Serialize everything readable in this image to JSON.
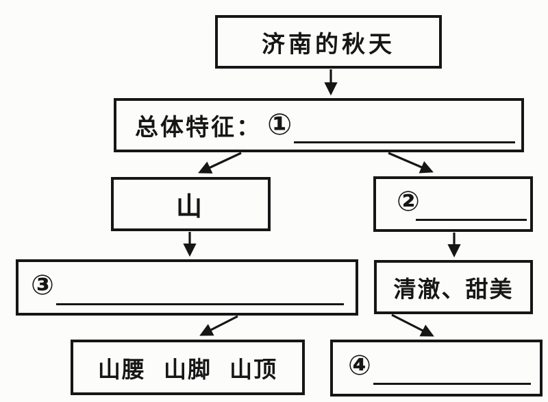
{
  "page": {
    "background": "#fcfcfb",
    "ink": "#161616"
  },
  "diagram": {
    "title": "济南的秋天",
    "nodes": {
      "root": {
        "text": "济南的秋天"
      },
      "overall": {
        "label": "总体特征：",
        "numeral": "①",
        "blank": true
      },
      "mountain": {
        "text": "山"
      },
      "n2": {
        "numeral": "②",
        "blank": true
      },
      "n3": {
        "numeral": "③",
        "blank": true
      },
      "water": {
        "text": "清澈、甜美"
      },
      "levels": {
        "text": "山腰 山脚 山顶"
      },
      "n4": {
        "numeral": "④",
        "blank": true
      }
    },
    "edges": [
      {
        "from": "root",
        "to": "overall"
      },
      {
        "from": "overall",
        "to": "mountain"
      },
      {
        "from": "overall",
        "to": "n2"
      },
      {
        "from": "mountain",
        "to": "n3"
      },
      {
        "from": "n2",
        "to": "water"
      },
      {
        "from": "n3",
        "to": "levels"
      },
      {
        "from": "water",
        "to": "n4"
      }
    ]
  }
}
